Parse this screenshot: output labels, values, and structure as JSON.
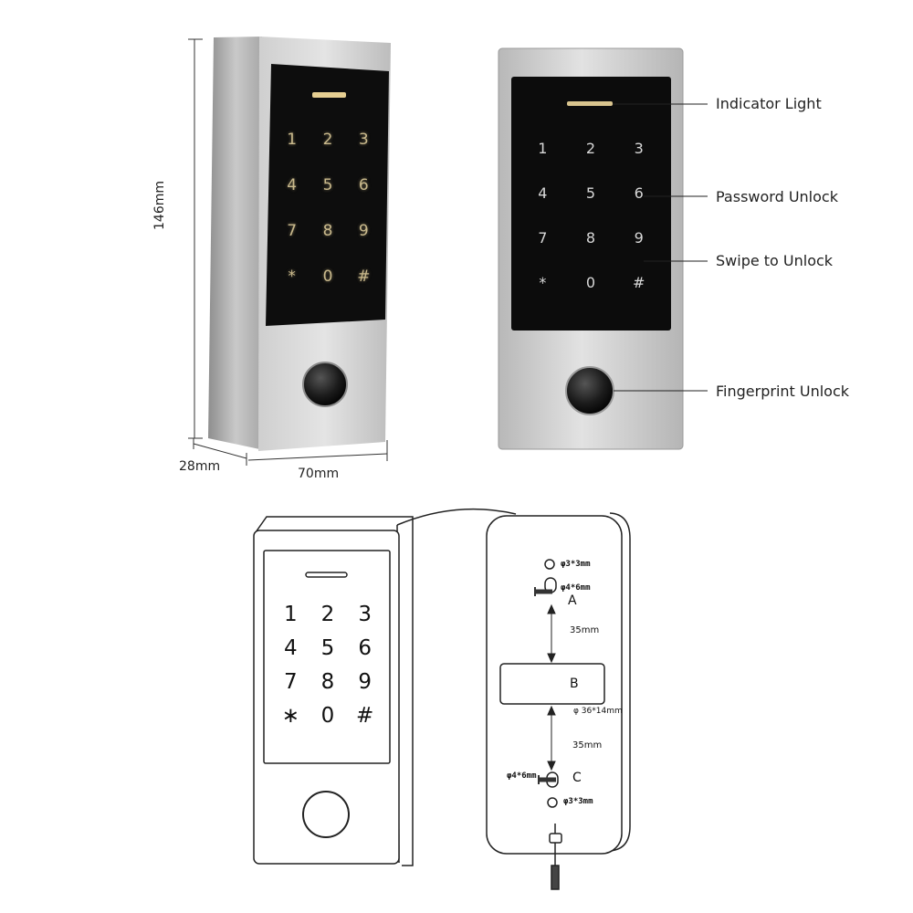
{
  "dimensions": {
    "height": "146mm",
    "depth": "28mm",
    "width": "70mm"
  },
  "keys": [
    "1",
    "2",
    "3",
    "4",
    "5",
    "6",
    "7",
    "8",
    "9",
    "*",
    "0",
    "#"
  ],
  "line_keys": [
    "1",
    "2",
    "3",
    "4",
    "5",
    "6",
    "7",
    "8",
    "9",
    "∗",
    "0",
    "#"
  ],
  "features": {
    "indicator": "Indicator Light",
    "password": "Password Unlock",
    "swipe": "Swipe to Unlock",
    "fingerprint": "Fingerprint Unlock"
  },
  "mounting": {
    "hole_small_top": "φ3*3mm",
    "hole_a": "φ4*6mm",
    "label_a": "A",
    "spacing_top": "35mm",
    "label_b": "B",
    "slot_b": "φ 36*14mm",
    "spacing_bottom": "35mm",
    "hole_c": "φ4*6mm",
    "label_c": "C",
    "hole_small_bottom": "φ3*3mm"
  }
}
